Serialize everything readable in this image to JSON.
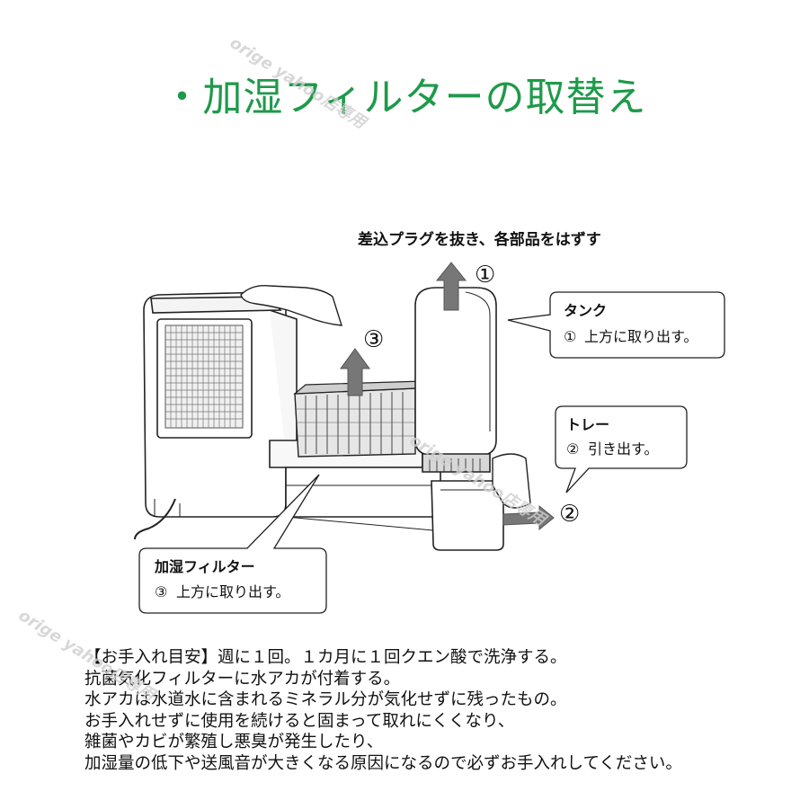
{
  "title": "・加湿フィルターの取替え",
  "diagram": {
    "instruction": "差込プラグを抜き、各部品をはずす",
    "markers": {
      "m1": "①",
      "m2": "②",
      "m3": "③"
    },
    "callouts": {
      "tank": {
        "title": "タンク",
        "marker": "①",
        "text": "上方に取り出す。"
      },
      "tray": {
        "title": "トレー",
        "marker": "②",
        "text": "引き出す。"
      },
      "filter": {
        "title": "加湿フィルター",
        "marker": "③",
        "text": "上方に取り出す。"
      }
    }
  },
  "body_lines": [
    "【お手入れ目安】週に１回。１カ月に１回クエン酸で洗浄する。",
    "抗菌気化フィルターに水アカが付着する。",
    "水アカは水道水に含まれるミネラル分が気化せずに残ったもの。",
    "お手入れせずに使用を続けると固まって取れにくくなり、",
    "雑菌やカビが繁殖し悪臭が発生したり、",
    "加湿量の低下や送風音が大きくなる原因になるので必ずお手入れしてください。"
  ],
  "watermark": "orige yahoo店専用"
}
